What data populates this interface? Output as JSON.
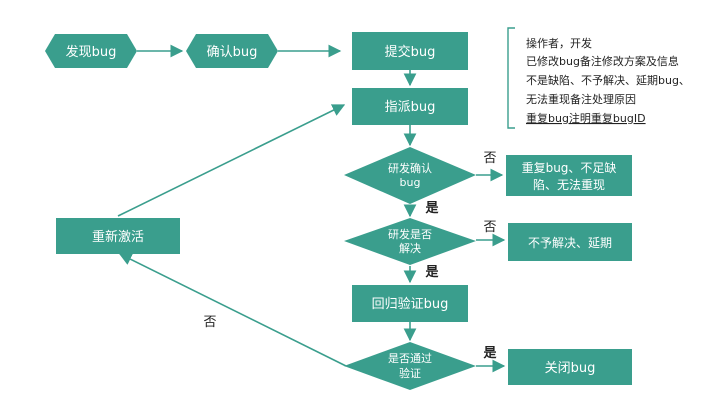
{
  "colors": {
    "node_fill": "#3A9E8D",
    "node_stroke": "#2E8877",
    "edge": "#3A9E8D",
    "text_dark": "#222222",
    "text_light": "#ffffff"
  },
  "nodes": {
    "discover_bug": "发现bug",
    "confirm_bug": "确认bug",
    "submit_bug": "提交bug",
    "assign_bug": "指派bug",
    "dev_confirm": [
      "研发确认",
      "bug"
    ],
    "duplicate_result": [
      "重复bug、不足缺",
      "陷、无法重现"
    ],
    "dev_resolve": [
      "研发是否",
      "解决"
    ],
    "defer_result": "不予解决、延期",
    "regression": "回归验证bug",
    "verify_pass": [
      "是否通过",
      "验证"
    ],
    "close_bug": "关闭bug",
    "reactivate": "重新激活"
  },
  "notes": {
    "lines": [
      "操作者，开发",
      "已修改bug备注修改方案及信息",
      "不是缺陷、不予解决、延期bug、",
      "无法重现备注处理原因",
      "重复bug注明重复bugID"
    ]
  },
  "edge_labels": {
    "no_dev_confirm": "否",
    "yes_dev_confirm": "是",
    "no_dev_resolve": "否",
    "yes_dev_resolve": "是",
    "no_verify": "否",
    "yes_verify": "是"
  }
}
